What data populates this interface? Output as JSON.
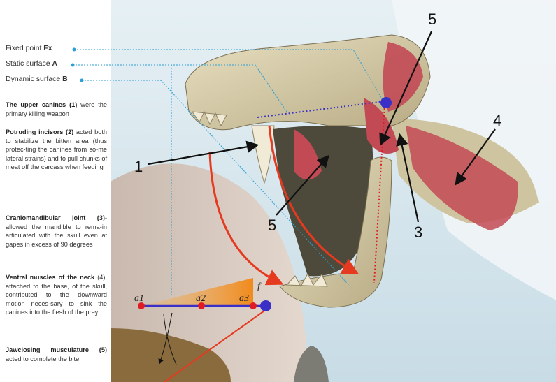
{
  "legend": [
    {
      "label": "Fixed point ",
      "symbol": "Fx"
    },
    {
      "label": "Static surface ",
      "symbol": "A"
    },
    {
      "label": "Dynamic surface ",
      "symbol": "B"
    }
  ],
  "paragraphs": [
    {
      "title": "The upper canines (1)",
      "body": " were the primary killing weapon"
    },
    {
      "title": "Potruding incisors (2)",
      "body": " acted both to stabilize the bitten area (thus protec-ting the canines from so-me lateral strains) and to pull chunks of meat off the carcass when feeding"
    },
    {
      "title": "Craniomandibular joint (3)",
      "body": "- allowed the mandible to rema-in articulated with the skull even at gapes in excess of 90 degrees"
    },
    {
      "title": "Ventral muscles of the neck",
      "body": " (4), attached to the base, of the skull, contributed to the downward motion neces-sary to sink the canines into the flesh of the prey."
    },
    {
      "title": "Jawclosing musculature (5)",
      "body": " acted to complete the bite"
    }
  ],
  "diagram": {
    "a1": "a1",
    "a2": "a2",
    "a3": "a3",
    "f": "f",
    "callouts": [
      "1",
      "5",
      "5",
      "3",
      "4"
    ]
  },
  "colors": {
    "leader": "#2a9fd6",
    "arrow_red": "#e53a1f",
    "point_red": "#e01b24",
    "fixed_point": "#3a2fc7",
    "lever_orange": "#f08a1c",
    "muscle": "#c24a55",
    "skull": "#d8cfae",
    "background_sky": "#d6e6ee"
  }
}
